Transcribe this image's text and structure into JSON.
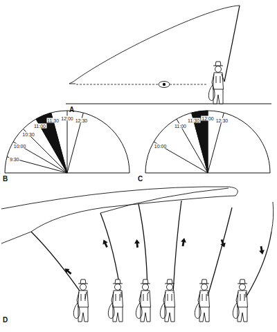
{
  "diagram": {
    "labels": [
      "A",
      "9:30",
      "10:00",
      "10:30",
      "11:00",
      "11:30",
      "12:00",
      "12:30",
      "B",
      "10:00",
      "11:00",
      "11:30",
      "12:00",
      "12:30",
      "C",
      "D"
    ]
  }
}
